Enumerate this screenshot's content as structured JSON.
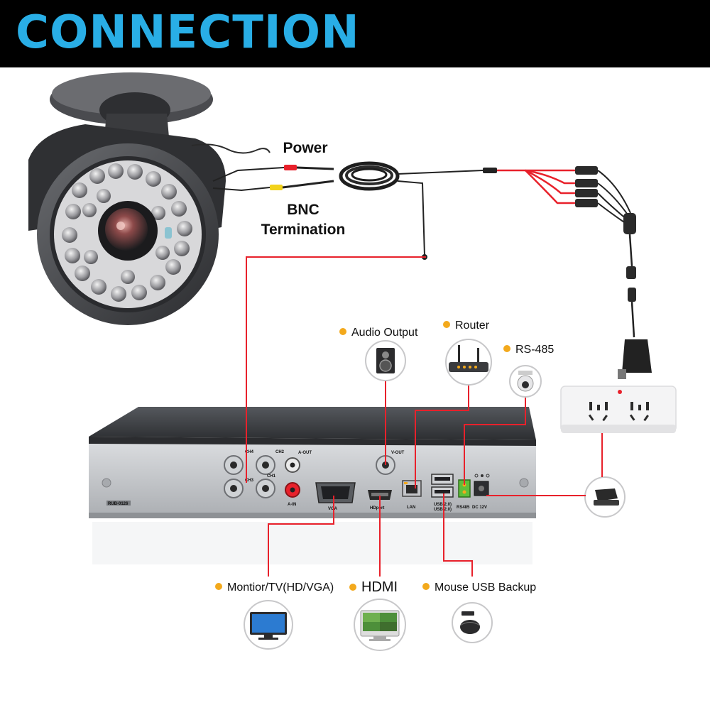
{
  "title": "CONNECTION",
  "cable_labels": {
    "power": "Power",
    "bnc_line1": "BNC",
    "bnc_line2": "Termination"
  },
  "devices": {
    "audio_output": "Audio Output",
    "router": "Router",
    "rs485": "RS-485",
    "monitor": "Montior/TV(HD/VGA)",
    "hdmi": "HDMI",
    "mouse_usb": "Mouse USB Backup"
  },
  "dvr_ports": {
    "ch4": "CH4",
    "ch2": "CH2",
    "ch3": "CH3",
    "ch1": "CH1",
    "a_out": "A-OUT",
    "a_in": "A-IN",
    "v_out": "V-OUT",
    "vga": "VGA",
    "hdmi": "HDport",
    "lan": "LAN",
    "usb_top": "USB(2.0)",
    "usb_bottom": "USB(2.0)",
    "rs485": "RS485",
    "dc12v": "DC 12V",
    "model": "RUB-0126"
  },
  "colors": {
    "title": "#29aee6",
    "header_bg": "#000000",
    "connection_line": "#e8212b",
    "bullet": "#f3a91c",
    "dvr_body": "#3a3c40",
    "dvr_panel": "#c9ccd0"
  }
}
